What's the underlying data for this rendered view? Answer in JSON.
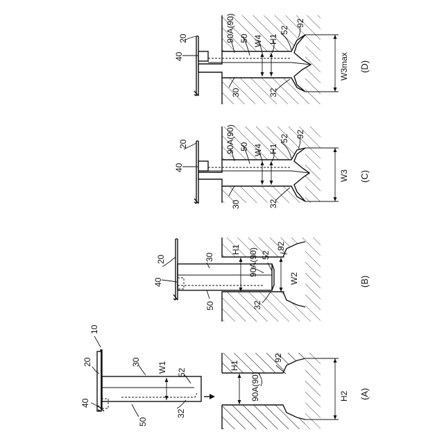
{
  "panels": {
    "A": {
      "panel_label": "(A)",
      "labels": {
        "ref_10": "10",
        "ref_20": "20",
        "ref_30": "30",
        "ref_40": "40",
        "ref_50": "50",
        "ref_52": "52",
        "ref_32": "32",
        "w1": "W1",
        "h1": "H1",
        "ref_90a": "90A(90)",
        "ref_92": "92",
        "h2": "H2"
      }
    },
    "B": {
      "panel_label": "(B)",
      "labels": {
        "ref_20": "20",
        "ref_30": "30",
        "ref_40": "40",
        "ref_50": "50",
        "h1": "H1",
        "ref_90a": "90A(90)",
        "ref_52": "52",
        "ref_92": "92",
        "w2": "W2",
        "ref_32": "32"
      }
    },
    "C": {
      "panel_label": "(C)",
      "labels": {
        "ref_20": "20",
        "ref_40": "40",
        "ref_90a": "90A(90)",
        "ref_50": "50",
        "w4": "W4",
        "h1": "H1",
        "ref_52": "52",
        "ref_92": "92",
        "w3": "W3",
        "ref_30": "30",
        "ref_32": "32"
      }
    },
    "D": {
      "panel_label": "(D)",
      "labels": {
        "ref_20": "20",
        "ref_40": "40",
        "ref_90a": "90A(90)",
        "ref_50": "50",
        "w4": "W4",
        "h1": "H1",
        "ref_52": "52",
        "ref_92": "92",
        "w3max": "W3max",
        "ref_30": "30",
        "ref_32": "32"
      }
    }
  }
}
